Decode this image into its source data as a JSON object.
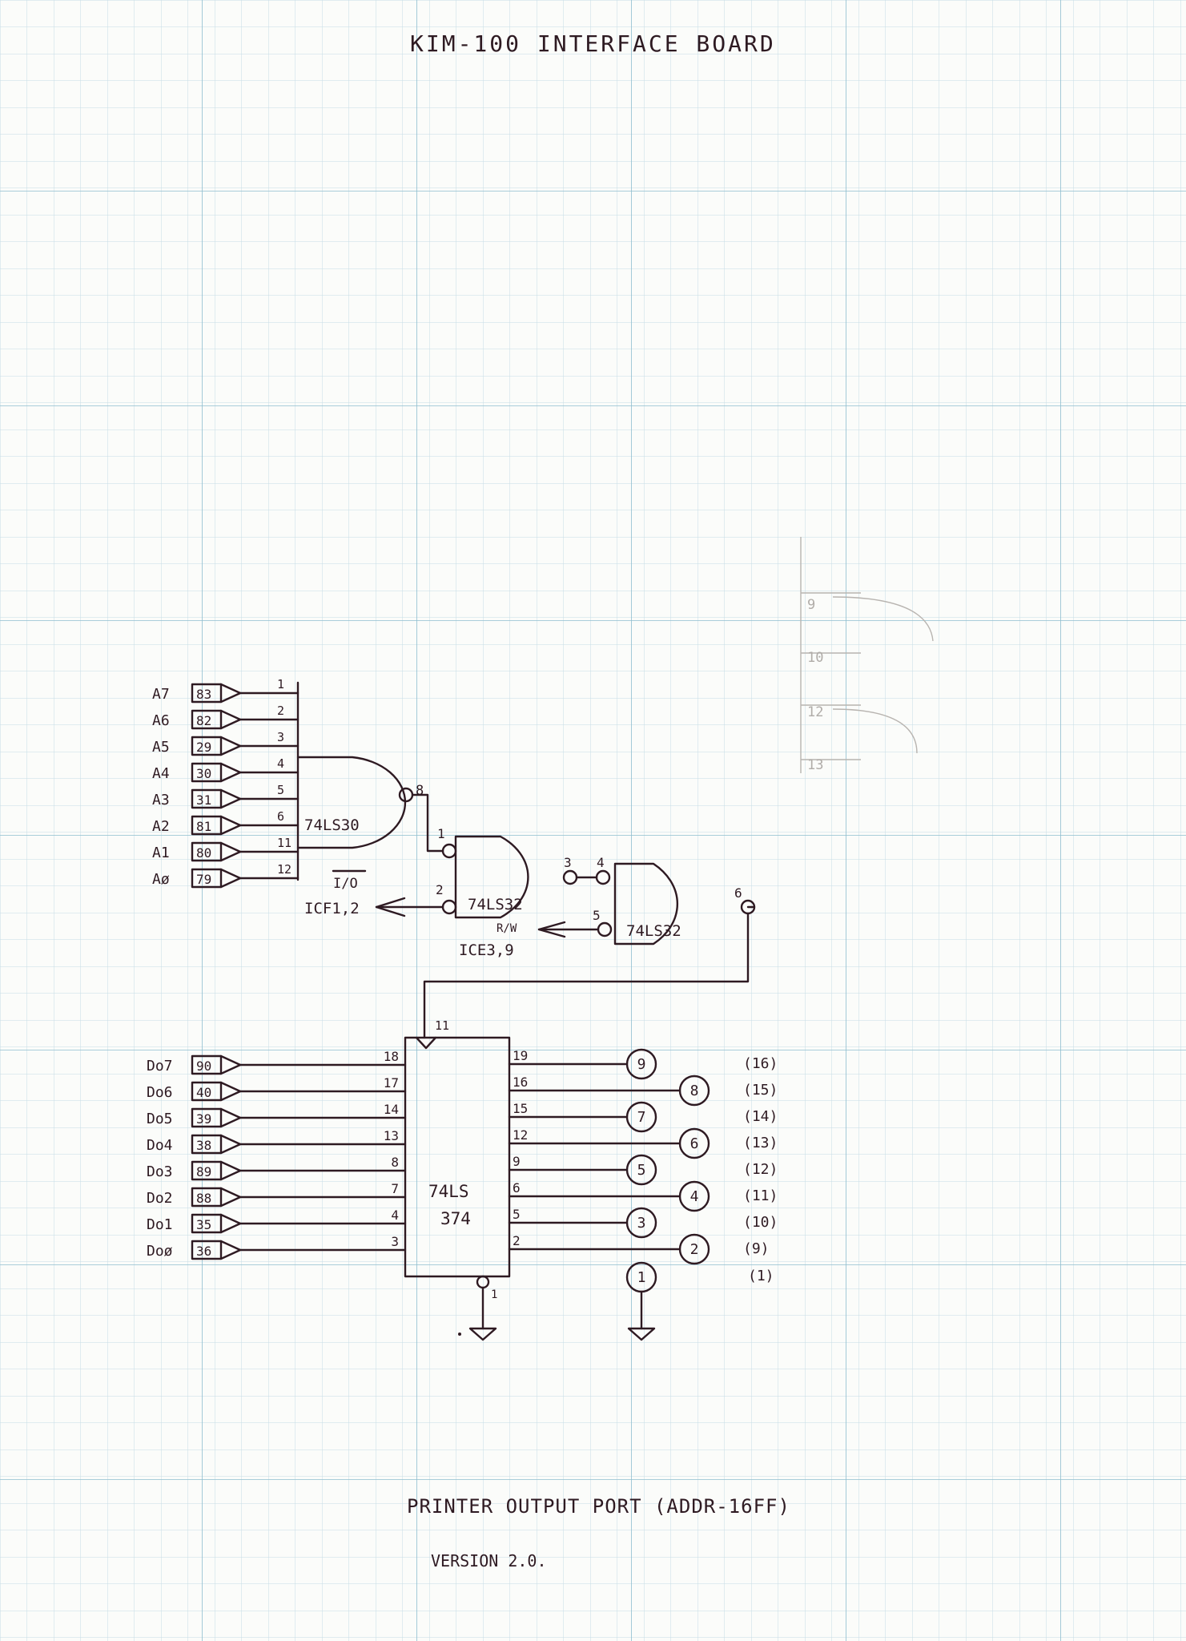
{
  "sheet": {
    "title": "KIM-100  INTERFACE BOARD",
    "footer_title": "PRINTER OUTPUT PORT (ADDR-16FF)",
    "version": "VERSION 2.0."
  },
  "colors": {
    "paper": "#fbfcfa",
    "grid_minor": "#c6dde6",
    "grid_major": "#8fbecf",
    "ink": "#2e1a22"
  },
  "address_inputs": [
    {
      "signal": "A7",
      "edge_pin": "83",
      "gate_pin": "1"
    },
    {
      "signal": "A6",
      "edge_pin": "82",
      "gate_pin": "2"
    },
    {
      "signal": "A5",
      "edge_pin": "29",
      "gate_pin": "3"
    },
    {
      "signal": "A4",
      "edge_pin": "30",
      "gate_pin": "4"
    },
    {
      "signal": "A3",
      "edge_pin": "31",
      "gate_pin": "5"
    },
    {
      "signal": "A2",
      "edge_pin": "81",
      "gate_pin": "6"
    },
    {
      "signal": "A1",
      "edge_pin": "80",
      "gate_pin": "11"
    },
    {
      "signal": "Aø",
      "edge_pin": "79",
      "gate_pin": "12"
    }
  ],
  "gates": {
    "nand8": {
      "label": "74LS30",
      "out_pin": "8"
    },
    "or1": {
      "label": "74LS32",
      "in_a": "1",
      "in_b": "2",
      "out_pin": "3",
      "signal_b": "I/O",
      "source_b": "ICF1,2"
    },
    "or2": {
      "label": "74LS32",
      "in_a": "4",
      "in_b": "5",
      "out_pin": "6",
      "signal_b": "R/W",
      "source_b": "ICE3,9"
    }
  },
  "latch": {
    "line1": "74LS",
    "line2": "374",
    "clk_pin": "11",
    "oe_pin": "1"
  },
  "data_inputs": [
    {
      "signal": "Do7",
      "edge_pin": "90",
      "latch_pin": "18"
    },
    {
      "signal": "Do6",
      "edge_pin": "40",
      "latch_pin": "17"
    },
    {
      "signal": "Do5",
      "edge_pin": "39",
      "latch_pin": "14"
    },
    {
      "signal": "Do4",
      "edge_pin": "38",
      "latch_pin": "13"
    },
    {
      "signal": "Do3",
      "edge_pin": "89",
      "latch_pin": "8"
    },
    {
      "signal": "Do2",
      "edge_pin": "88",
      "latch_pin": "7"
    },
    {
      "signal": "Do1",
      "edge_pin": "35",
      "latch_pin": "4"
    },
    {
      "signal": "Doø",
      "edge_pin": "36",
      "latch_pin": "3"
    }
  ],
  "outputs": [
    {
      "latch_pin": "19",
      "connector_pin": "9",
      "printer_pin": "(16)"
    },
    {
      "latch_pin": "16",
      "connector_pin": "8",
      "printer_pin": "(15)"
    },
    {
      "latch_pin": "15",
      "connector_pin": "7",
      "printer_pin": "(14)"
    },
    {
      "latch_pin": "12",
      "connector_pin": "6",
      "printer_pin": "(13)"
    },
    {
      "latch_pin": "9",
      "connector_pin": "5",
      "printer_pin": "(12)"
    },
    {
      "latch_pin": "6",
      "connector_pin": "4",
      "printer_pin": "(11)"
    },
    {
      "latch_pin": "5",
      "connector_pin": "3",
      "printer_pin": "(10)"
    },
    {
      "latch_pin": "2",
      "connector_pin": "2",
      "printer_pin": "(9)"
    }
  ],
  "ground_connector": {
    "connector_pin": "1",
    "printer_pin": "(1)"
  },
  "faint_sketch_pins": [
    "9",
    "10",
    "12",
    "13"
  ]
}
